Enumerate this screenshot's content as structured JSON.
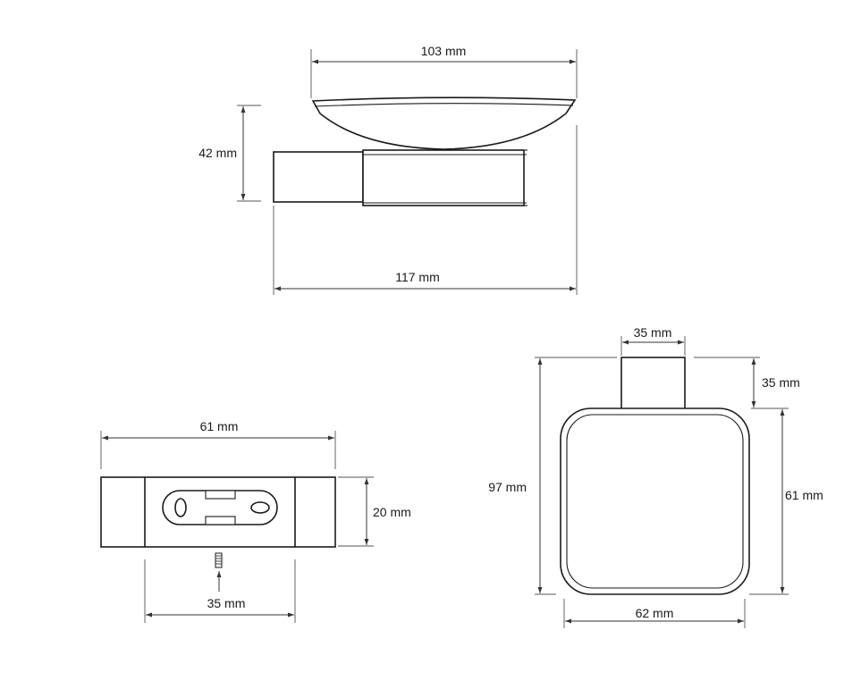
{
  "colors": {
    "line": "#1a1a1a",
    "dimension": "#333333",
    "background": "#ffffff"
  },
  "side_view": {
    "dish_width": "103 mm",
    "height": "42 mm",
    "total_depth": "117 mm"
  },
  "bottom_view": {
    "width": "61 mm",
    "height": "20 mm",
    "hole_spacing": "35 mm"
  },
  "top_view": {
    "arm_width": "35 mm",
    "arm_length": "35 mm",
    "total_length": "97 mm",
    "dish_length": "61 mm",
    "dish_width": "62 mm"
  }
}
